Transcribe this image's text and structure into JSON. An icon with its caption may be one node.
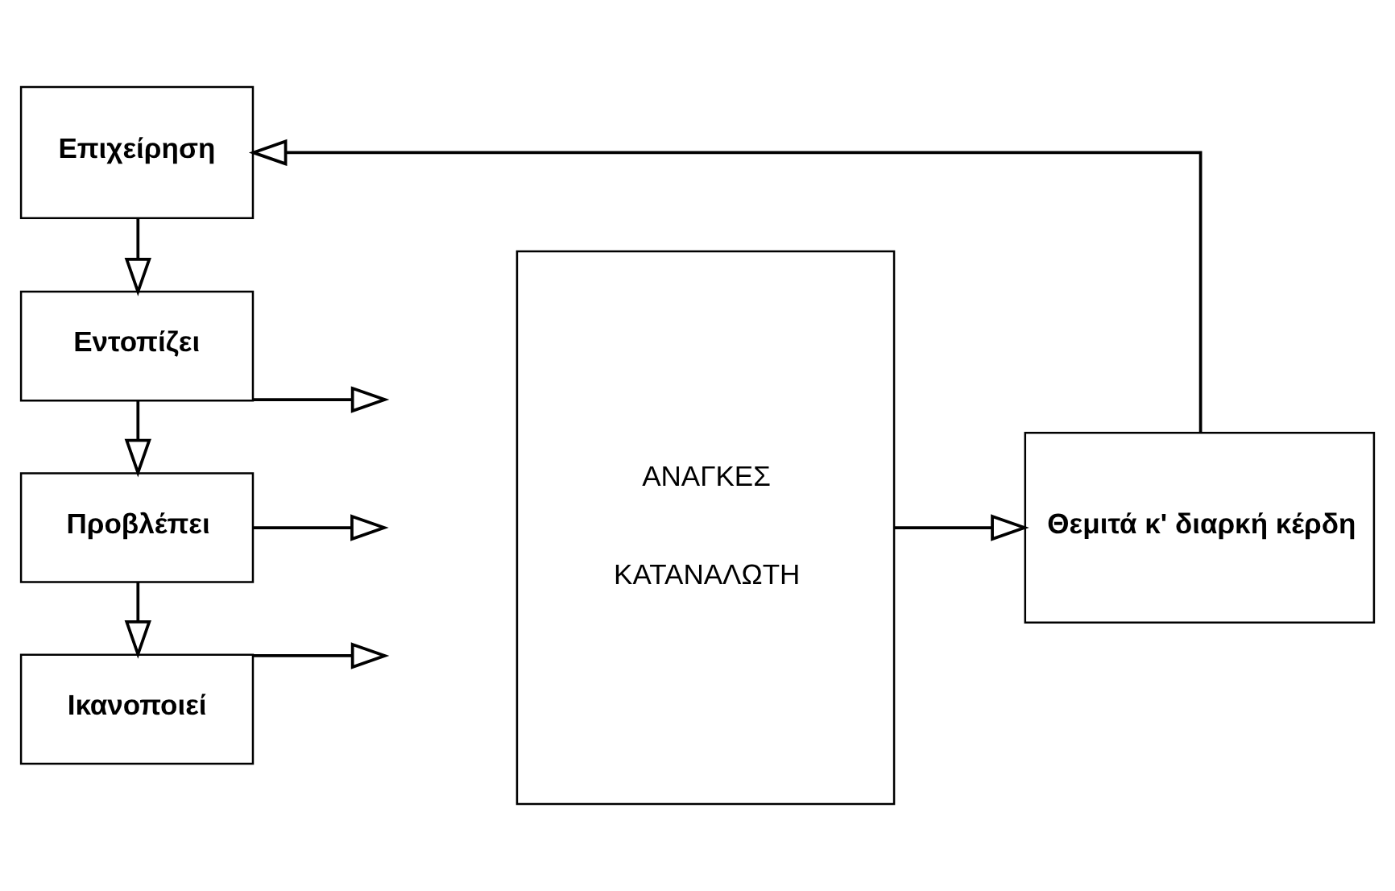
{
  "diagram": {
    "nodes": [
      {
        "text": [
          "Επιχείρηση"
        ]
      },
      {
        "text": [
          "Εντοπίζει"
        ]
      },
      {
        "text": [
          "Προβλέπει"
        ]
      },
      {
        "text": [
          "Ικανοποιεί"
        ]
      },
      {
        "text": [
          "ΑΝΑΓΚΕΣ",
          "ΚΑΤΑΝΑΛΩΤΗ"
        ]
      },
      {
        "text": [
          "Θεμιτά κ' διαρκή κέρδη"
        ]
      }
    ],
    "edges": [
      {
        "from": 0,
        "to": 1,
        "arrow": "to"
      },
      {
        "from": 1,
        "to": 2,
        "arrow": "to"
      },
      {
        "from": 2,
        "to": 3,
        "arrow": "to"
      },
      {
        "from": 1,
        "to": null,
        "arrow": "to"
      },
      {
        "from": 2,
        "to": null,
        "arrow": "to"
      },
      {
        "from": 3,
        "to": null,
        "arrow": "to"
      },
      {
        "from": 4,
        "to": 5,
        "arrow": "to"
      },
      {
        "from": 5,
        "to": 0,
        "arrow": "to"
      }
    ]
  }
}
